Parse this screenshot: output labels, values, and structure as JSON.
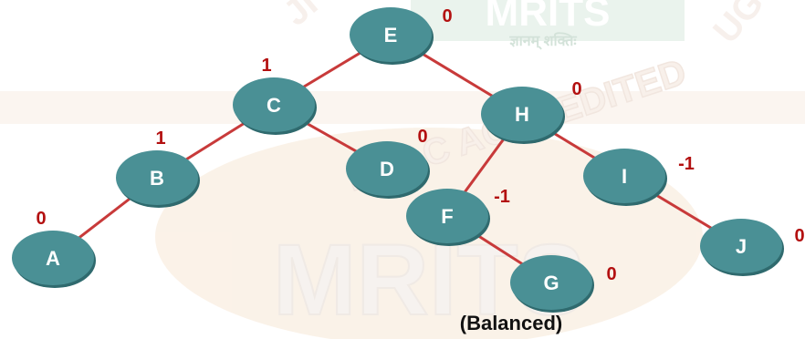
{
  "tree": {
    "nodes": [
      {
        "id": "E",
        "label": "E",
        "balance": "0"
      },
      {
        "id": "C",
        "label": "C",
        "balance": "1"
      },
      {
        "id": "H",
        "label": "H",
        "balance": "0"
      },
      {
        "id": "B",
        "label": "B",
        "balance": "1"
      },
      {
        "id": "D",
        "label": "D",
        "balance": "0"
      },
      {
        "id": "F",
        "label": "F",
        "balance": "-1"
      },
      {
        "id": "I",
        "label": "I",
        "balance": "-1"
      },
      {
        "id": "A",
        "label": "A",
        "balance": "0"
      },
      {
        "id": "G",
        "label": "G",
        "balance": "0"
      },
      {
        "id": "J",
        "label": "J",
        "balance": "0"
      }
    ],
    "edges": [
      [
        "E",
        "C"
      ],
      [
        "E",
        "H"
      ],
      [
        "C",
        "B"
      ],
      [
        "C",
        "D"
      ],
      [
        "B",
        "A"
      ],
      [
        "H",
        "F"
      ],
      [
        "H",
        "I"
      ],
      [
        "F",
        "G"
      ],
      [
        "I",
        "J"
      ]
    ],
    "caption": "(Balanced)"
  },
  "watermark": {
    "top_text": "MRITS",
    "top_subtext": "ज्ञानम् शक्तिः",
    "arc_text": "NAAC ACCREDITED",
    "big_text": "MRITS",
    "side_left": "JI",
    "side_right": "UG"
  },
  "colors": {
    "node_fill": "#4a9095",
    "edge": "#c83a3a",
    "balance_text": "#b31010"
  }
}
